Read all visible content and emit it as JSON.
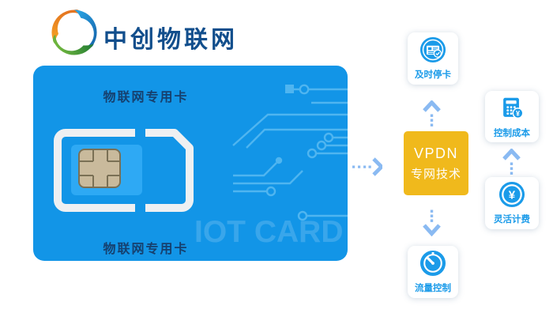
{
  "logo": {
    "name": "中创物联网",
    "icon": "swirl-logo"
  },
  "sim_card": {
    "top_label": "物联网专用卡",
    "bottom_label": "物联网专用卡",
    "watermark": "IOT CARD"
  },
  "center_node": {
    "line1": "VPDN",
    "line2": "专网技术"
  },
  "features": [
    {
      "id": "timely-stop",
      "label": "及时停卡",
      "icon": "document-check-icon"
    },
    {
      "id": "traffic-control",
      "label": "流量控制",
      "icon": "gauge-icon"
    },
    {
      "id": "cost-control",
      "label": "控制成本",
      "icon": "calculator-yen-icon"
    },
    {
      "id": "flexible-billing",
      "label": "灵活计费",
      "icon": "yen-coin-icon"
    }
  ],
  "icon_symbols": {
    "currency": "¥"
  },
  "colors": {
    "card_blue": "#1295E7",
    "inner_sim_blue": "#2EA9F4",
    "circuit_blue": "#4FB5F0",
    "accent_blue": "#1B9BE9",
    "vpdn_yellow": "#F0B91C",
    "arrow_blue": "#8ABAF2",
    "logo_text_blue": "#114E8C",
    "card_text_navy": "#16406E",
    "chip_tan": "#C9BA9C"
  }
}
